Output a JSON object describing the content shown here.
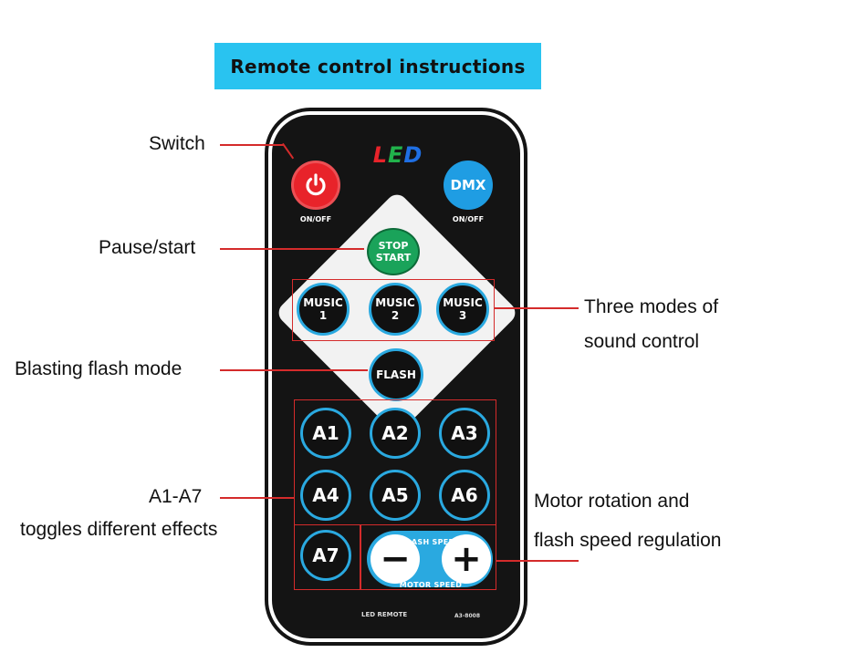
{
  "title": "Remote control instructions",
  "remote": {
    "logo": {
      "letters": [
        "L",
        "E",
        "D"
      ],
      "colors": [
        "#e8232a",
        "#21b24b",
        "#1f6fe3"
      ]
    },
    "power_caption": "ON/OFF",
    "dmx_label": "DMX",
    "dmx_caption": "ON/OFF",
    "stop_start": {
      "line1": "STOP",
      "line2": "START"
    },
    "music_buttons": [
      {
        "line1": "MUSIC",
        "line2": "1"
      },
      {
        "line1": "MUSIC",
        "line2": "2"
      },
      {
        "line1": "MUSIC",
        "line2": "3"
      }
    ],
    "flash_label": "FLASH",
    "a_buttons": [
      "A1",
      "A2",
      "A3",
      "A4",
      "A5",
      "A6",
      "A7"
    ],
    "flash_speed_label": "FLASH SPEED",
    "motor_speed_label": "MOTOR SPEED",
    "minus_symbol": "−",
    "plus_symbol": "+",
    "footer_left": "LED   REMOTE",
    "footer_right": "A3-8008"
  },
  "annotations": {
    "switch": "Switch",
    "pause_start": "Pause/start",
    "blasting_flash": "Blasting flash mode",
    "a1_a7_line1": "A1-A7",
    "a1_a7_line2": "toggles different effects",
    "three_modes_line1": "Three modes of",
    "three_modes_line2": "sound control",
    "motor_line1": "Motor rotation and",
    "motor_line2": "flash speed regulation"
  },
  "colors": {
    "title_bg": "#29c3f0",
    "power": "#e8232a",
    "dmx": "#1f9de3",
    "stop_start": "#1aa35a",
    "button_ring": "#2aa9e0",
    "callout": "#d42b2b"
  }
}
